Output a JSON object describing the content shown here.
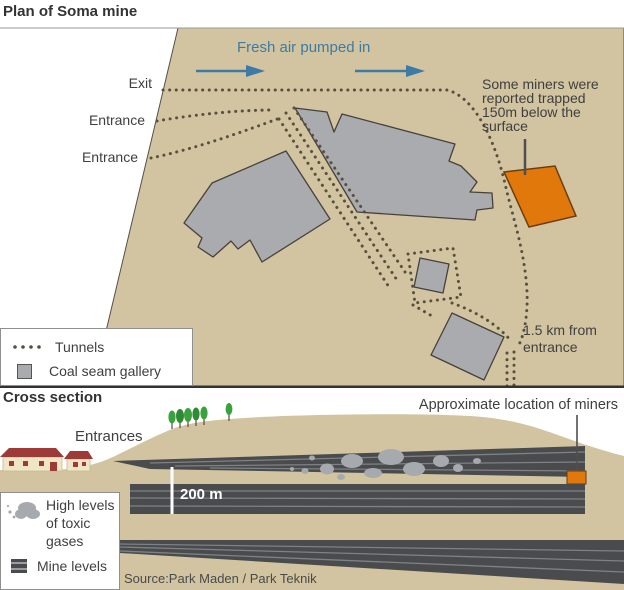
{
  "plan": {
    "title": "Plan of Soma mine",
    "fresh_air_label": "Fresh air pumped in",
    "exit_label": "Exit",
    "entrance1_label": "Entrance",
    "entrance2_label": "Entrance",
    "trapped_note": "Some miners were reported trapped 150m below the surface",
    "distance_note": "1.5 km from entrance",
    "legend": {
      "tunnels_label": "Tunnels",
      "coal_label": "Coal seam gallery"
    }
  },
  "cross_section": {
    "title": "Cross section",
    "entrances_label": "Entrances",
    "miners_label": "Approximate location of miners",
    "scale_label": "200 m",
    "legend": {
      "gas_label": "High levels of toxic gases",
      "levels_label": "Mine levels"
    },
    "source": "Source:Park Maden / Park Teknik"
  },
  "icons": {
    "tunnels_legend": "dotted-line",
    "coal_gallery_legend": "gray-square",
    "toxic_gas_legend": "gas-cloud",
    "mine_levels_legend": "striped-square",
    "fresh_air": "right-arrow"
  },
  "colors": {
    "ground_tan": "#d2c4a0",
    "gallery_gray": "#a9abae",
    "outline_dark": "#46413c",
    "tunnel_dots": "#56503f",
    "accent_blue": "#3e7ba4",
    "trapped_orange": "#e0780c",
    "mine_level_dark": "#494b4d",
    "level_stripe": "#7e8286",
    "gas_cloud": "#a6aaae",
    "tree_green": "#3aa23c",
    "roof_red": "#9c3b38",
    "house_wall": "#f0e5c4"
  }
}
